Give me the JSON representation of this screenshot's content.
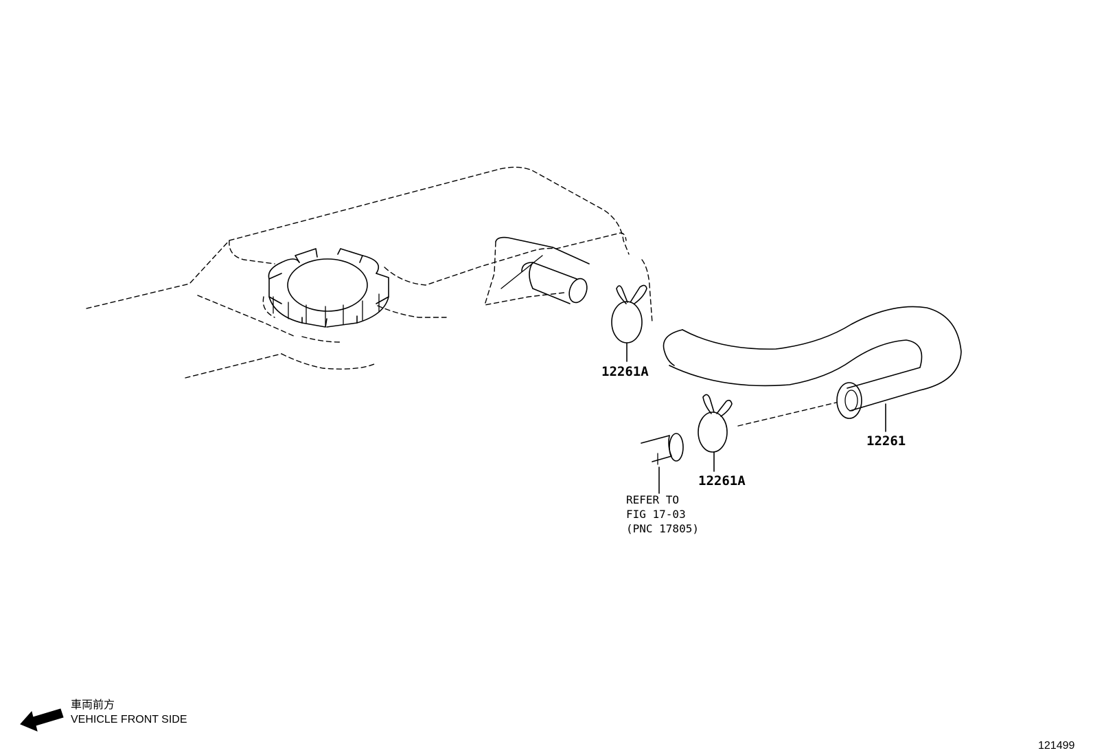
{
  "labels": {
    "clamp_upper": "12261A",
    "clamp_lower": "12261A",
    "hose": "12261",
    "refer_line1": "REFER TO",
    "refer_line2": "FIG 17-03",
    "refer_line3": "(PNC 17805)",
    "front_jp": "車両前方",
    "front_en": "VEHICLE FRONT SIDE",
    "figure_number": "121499"
  },
  "icons": {
    "front_arrow": "arrow-left-down-icon"
  }
}
